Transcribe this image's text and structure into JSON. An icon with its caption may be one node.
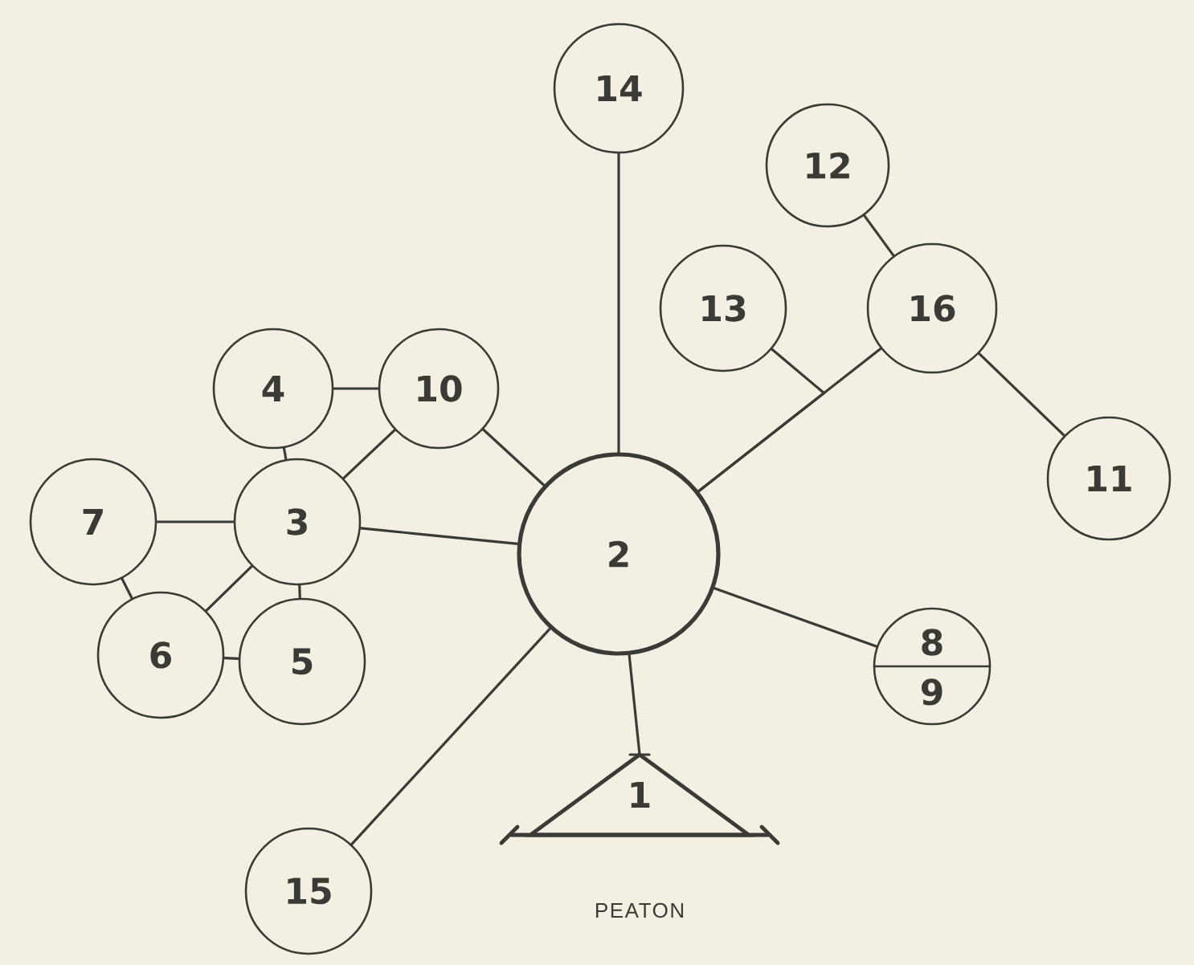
{
  "diagram": {
    "nodes": [
      {
        "text": [
          "1"
        ],
        "beside": [
          "PEATON"
        ]
      },
      {
        "text": [
          "2"
        ]
      },
      {
        "text": [
          "3"
        ]
      },
      {
        "text": [
          "4"
        ]
      },
      {
        "text": [
          "5"
        ]
      },
      {
        "text": [
          "6"
        ]
      },
      {
        "text": [
          "7"
        ]
      },
      {
        "text": [
          "8",
          "9"
        ]
      },
      {
        "text": [
          "10"
        ]
      },
      {
        "text": [
          "11"
        ]
      },
      {
        "text": [
          "12"
        ]
      },
      {
        "text": [
          "13"
        ]
      },
      {
        "text": [
          "14"
        ]
      },
      {
        "text": [
          "15"
        ]
      },
      {
        "text": [
          "16"
        ]
      }
    ],
    "edges": [
      {
        "from": 1,
        "to": 12,
        "arrow": "none"
      },
      {
        "from": 1,
        "to": 14,
        "arrow": "none"
      },
      {
        "from": 11,
        "to": 1,
        "arrow": "none"
      },
      {
        "from": 14,
        "to": 10,
        "arrow": "none"
      },
      {
        "from": 14,
        "to": 9,
        "arrow": "none"
      },
      {
        "from": 1,
        "to": 8,
        "arrow": "none"
      },
      {
        "from": 1,
        "to": 2,
        "arrow": "none"
      },
      {
        "from": 1,
        "to": 13,
        "arrow": "none"
      },
      {
        "from": 1,
        "to": 7,
        "arrow": "none"
      },
      {
        "from": 1,
        "to": 0,
        "arrow": "none"
      },
      {
        "from": 3,
        "to": 8,
        "arrow": "none"
      },
      {
        "from": 3,
        "to": 2,
        "arrow": "none"
      },
      {
        "from": 2,
        "to": 8,
        "arrow": "none"
      },
      {
        "from": 2,
        "to": 6,
        "arrow": "none"
      },
      {
        "from": 2,
        "to": 5,
        "arrow": "none"
      },
      {
        "from": 2,
        "to": 4,
        "arrow": "none"
      },
      {
        "from": 6,
        "to": 5,
        "arrow": "none"
      },
      {
        "from": 5,
        "to": 4,
        "arrow": "none"
      }
    ]
  }
}
